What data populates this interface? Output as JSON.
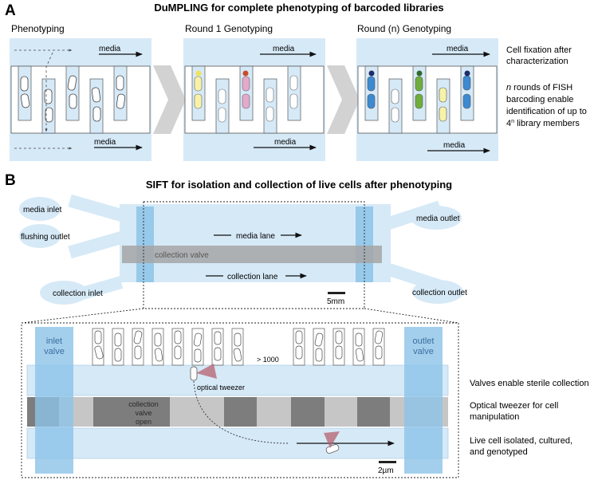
{
  "panel_a": {
    "letter": "A",
    "title": "DuMPLING for complete phenotyping of barcoded libraries",
    "stages": [
      {
        "title": "Phenotyping",
        "media_label": "media"
      },
      {
        "title": "Round 1 Genotyping",
        "media_label": "media"
      },
      {
        "title": "Round (n) Genotyping",
        "media_label": "media"
      }
    ],
    "notes": {
      "fixation": [
        "Cell fixation after",
        "characterization"
      ],
      "fish_line1_italic": "n",
      "fish_line1_rest": " rounds of FISH",
      "fish_line2": "barcoding enable",
      "fish_line3": "identification of up to",
      "fish_line4_base": "4",
      "fish_line4_sup": "n",
      "fish_line4_rest": " library members"
    }
  },
  "panel_b": {
    "letter": "B",
    "title": "SIFT for  isolation and collection of live cells after phenotyping",
    "ports": {
      "media_inlet": "media inlet",
      "flushing_outlet": "flushing outlet",
      "collection_inlet": "collection inlet",
      "media_outlet": "media outlet",
      "collection_outlet": "collection outlet"
    },
    "lanes": {
      "media_lane": "media lane",
      "collection_valve": "collection valve",
      "collection_lane": "collection lane"
    },
    "scale_top": "5mm",
    "zoom": {
      "inlet_valve": [
        "inlet",
        "valve"
      ],
      "outlet_valve": [
        "outlet",
        "valve"
      ],
      "count": "> 1000",
      "optical_tweezer": "optical tweezer",
      "valve_open": [
        "collection",
        "valve",
        "open"
      ],
      "scale": "2µm"
    },
    "notes": {
      "valves": "Valves enable sterile collection",
      "tweezer": [
        "Optical tweezer for cell",
        "manipulation"
      ],
      "isolated": [
        "Live cell isolated, cultured,",
        "and genotyped"
      ]
    }
  },
  "colors": {
    "channel_blue": "#d6e9f7",
    "valve_blue": "#8cc3e8",
    "chevron_gray": "#d2d2d2",
    "yellow_cell": "#f7f2a8",
    "pink_cell": "#e3a9cb",
    "blue_cell": "#3d8ad2",
    "green_cell": "#6fae3c",
    "tweezer": "#b5606f"
  }
}
